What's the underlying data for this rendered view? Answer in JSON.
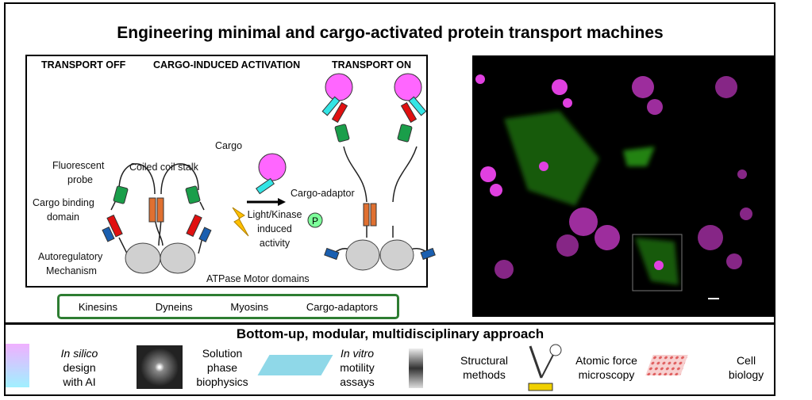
{
  "title": "Engineering minimal and cargo-activated protein transport machines",
  "diagram": {
    "headers": {
      "off": "TRANSPORT OFF",
      "activation": "CARGO-INDUCED ACTIVATION",
      "on": "TRANSPORT ON"
    },
    "labels": {
      "probe1": "Fluorescent",
      "probe2": "probe",
      "stalk": "Coiled coil stalk",
      "cbd1": "Cargo binding",
      "cbd2": "domain",
      "auto1": "Autoregulatory",
      "auto2": "Mechanism",
      "motor": "ATPase Motor domains",
      "cargo": "Cargo",
      "adaptor": "Cargo-adaptor",
      "light1": "Light/Kinase",
      "light2": "induced",
      "light3": "activity",
      "phospho": "P"
    },
    "colors": {
      "cargo": "#ff66ff",
      "adaptor": "#33e5e5",
      "cbd": "#e01010",
      "probe": "#1a9e4a",
      "stalk": "#e07030",
      "auto": "#1a5fb0",
      "motor": "#d0d0d0"
    }
  },
  "categories": [
    "Kinesins",
    "Dyneins",
    "Myosins",
    "Cargo-adaptors"
  ],
  "approach": {
    "title": "Bottom-up, modular, multidisciplinary approach",
    "items": [
      {
        "l1": "In silico",
        "l2": "design",
        "l3": "with AI"
      },
      {
        "l1": "Solution",
        "l2": "phase",
        "l3": "biophysics"
      },
      {
        "l1": "In vitro",
        "l2": "motility",
        "l3": "assays"
      },
      {
        "l1": "Structural",
        "l2": "methods"
      },
      {
        "l1": "Atomic force",
        "l2": "microscopy"
      },
      {
        "l1": "Cell",
        "l2": "biology"
      }
    ]
  }
}
